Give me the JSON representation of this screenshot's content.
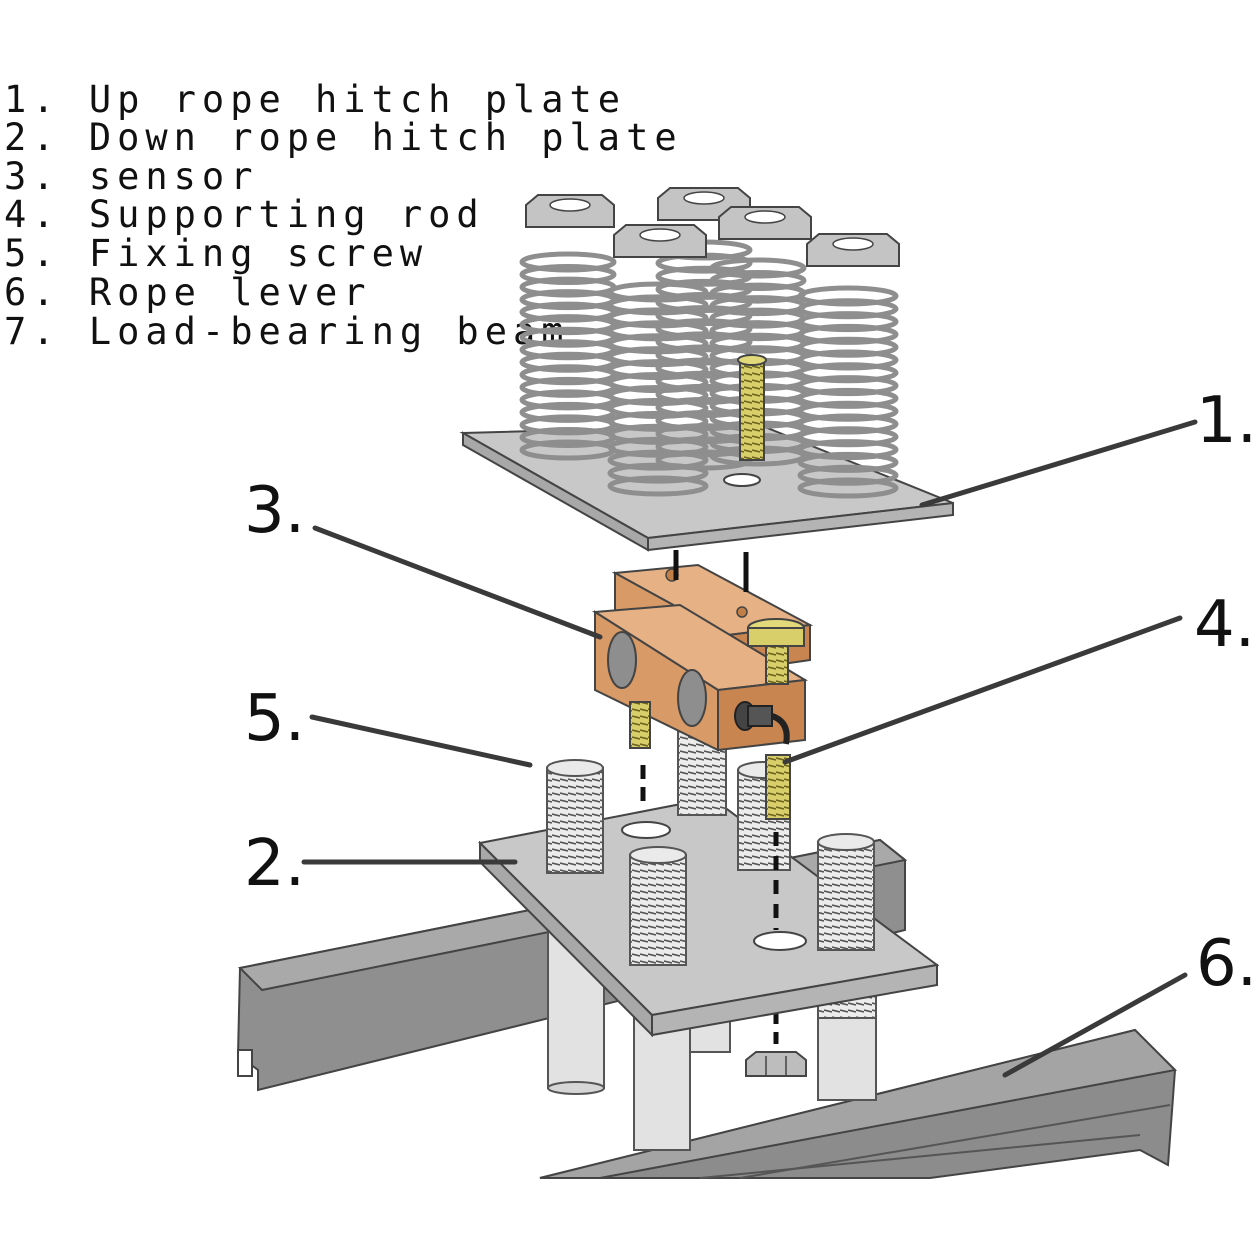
{
  "legend": [
    "1. Up rope hitch plate",
    "2. Down rope hitch plate",
    "3. sensor",
    "4. Supporting rod",
    "5. Fixing screw",
    "6. Rope lever",
    "7. Load-bearing beam"
  ],
  "callouts": {
    "c1": "1.",
    "c2": "2.",
    "c3": "3.",
    "c4": "4.",
    "c5": "5.",
    "c6": "6."
  },
  "colors": {
    "plate": "#c8c8c8",
    "plate_edge": "#a8a8a8",
    "spring": "#8e8e8e",
    "sensor": "#d89a66",
    "sensor_dark": "#b8763e",
    "bolt": "#d8cf6a",
    "beam": "#8f8f8f",
    "rod": "#e1e1e1",
    "leader": "#3a3a3a"
  }
}
